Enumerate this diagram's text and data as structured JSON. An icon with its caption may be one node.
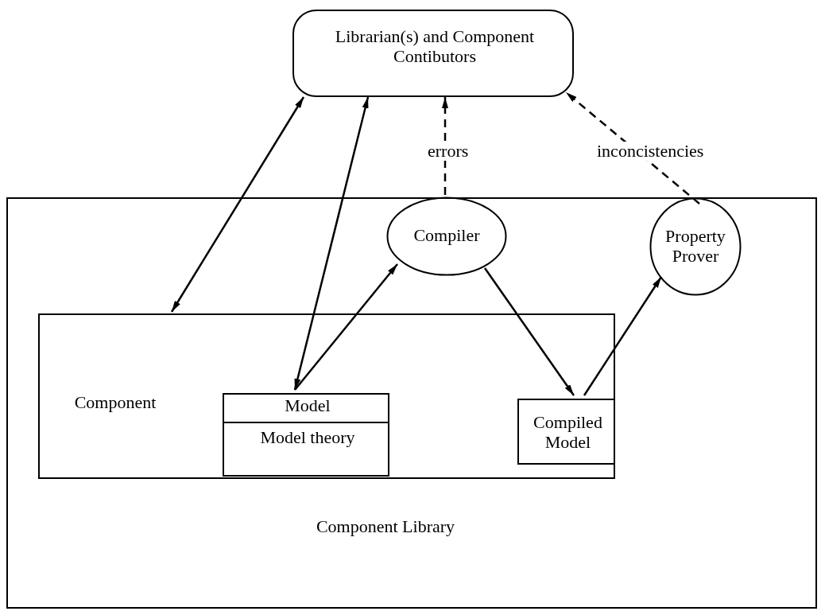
{
  "diagram": {
    "nodes": [
      {
        "text": [
          "Librarian(s) and Component Contibutors"
        ]
      },
      {
        "text": [
          "Component Library"
        ]
      },
      {
        "text": [
          "Component"
        ],
        "in": 1
      },
      {
        "text": [
          "Compiler"
        ],
        "in": 1
      },
      {
        "text": [
          "Property Prover"
        ],
        "in": 1
      },
      {
        "text": [
          "Model",
          "Model theory"
        ],
        "in": 2
      },
      {
        "text": [
          "Compiled Model"
        ],
        "in": 2
      }
    ],
    "edges": [
      {
        "from": 0,
        "to": 2,
        "arrow": "both"
      },
      {
        "from": 0,
        "to": 5,
        "arrow": "both"
      },
      {
        "from": 3,
        "to": 0,
        "arrow": "to",
        "label": "errors",
        "style": "dashed"
      },
      {
        "from": 4,
        "to": 0,
        "arrow": "to",
        "label": "inconcistencies",
        "style": "dashed"
      },
      {
        "from": 5,
        "to": 3,
        "arrow": "to"
      },
      {
        "from": 3,
        "to": 6,
        "arrow": "to"
      },
      {
        "from": 6,
        "to": 4,
        "arrow": "to"
      }
    ]
  }
}
